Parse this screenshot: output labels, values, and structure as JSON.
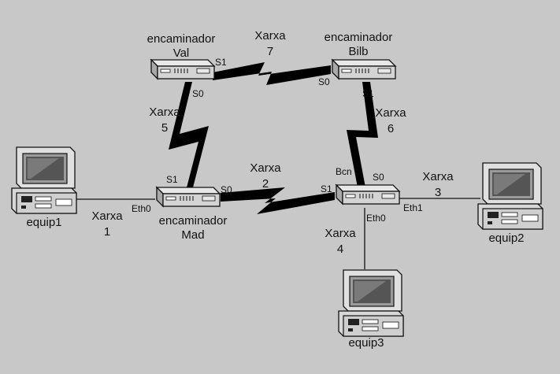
{
  "routers": {
    "val": {
      "caption1": "encaminador",
      "caption2": "Val",
      "port_s1": "S1",
      "port_s0": "S0"
    },
    "bilb": {
      "caption1": "encaminador",
      "caption2": "Bilb",
      "port_s0": "S0",
      "port_s1": "S1"
    },
    "mad": {
      "caption1": "encaminador",
      "caption2": "Mad",
      "port_s1": "S1",
      "port_s0": "S0",
      "port_eth0": "Eth0"
    },
    "bcn": {
      "name": "Bcn",
      "port_s0": "S0",
      "port_s1": "S1",
      "port_eth0": "Eth0",
      "port_eth1": "Eth1"
    }
  },
  "computers": {
    "equip1": "equip1",
    "equip2": "equip2",
    "equip3": "equip3"
  },
  "networks": [
    {
      "word": "Xarxa",
      "num": "1"
    },
    {
      "word": "Xarxa",
      "num": "2"
    },
    {
      "word": "Xarxa",
      "num": "3"
    },
    {
      "word": "Xarxa",
      "num": "4"
    },
    {
      "word": "Xarxa",
      "num": "5"
    },
    {
      "word": "Xarxa",
      "num": "6"
    },
    {
      "word": "Xarxa",
      "num": "7"
    }
  ]
}
